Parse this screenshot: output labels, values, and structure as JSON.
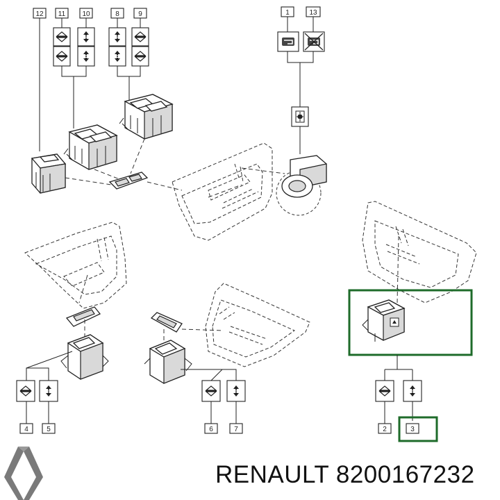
{
  "callouts": {
    "c1": "1",
    "c2": "2",
    "c3": "3",
    "c4": "4",
    "c5": "5",
    "c6": "6",
    "c7": "7",
    "c8": "8",
    "c9": "9",
    "c10": "10",
    "c11": "11",
    "c12": "12",
    "c13": "13"
  },
  "caption": {
    "brand": "RENAULT",
    "part_number": "8200167232"
  },
  "colors": {
    "highlight": "#1e6b2a",
    "line": "#222222",
    "logo": "#7a7a7a"
  },
  "icons": [
    "renault-logo",
    "window-up-down-icon",
    "child-lock-icon",
    "mirror-adjust-icon"
  ]
}
